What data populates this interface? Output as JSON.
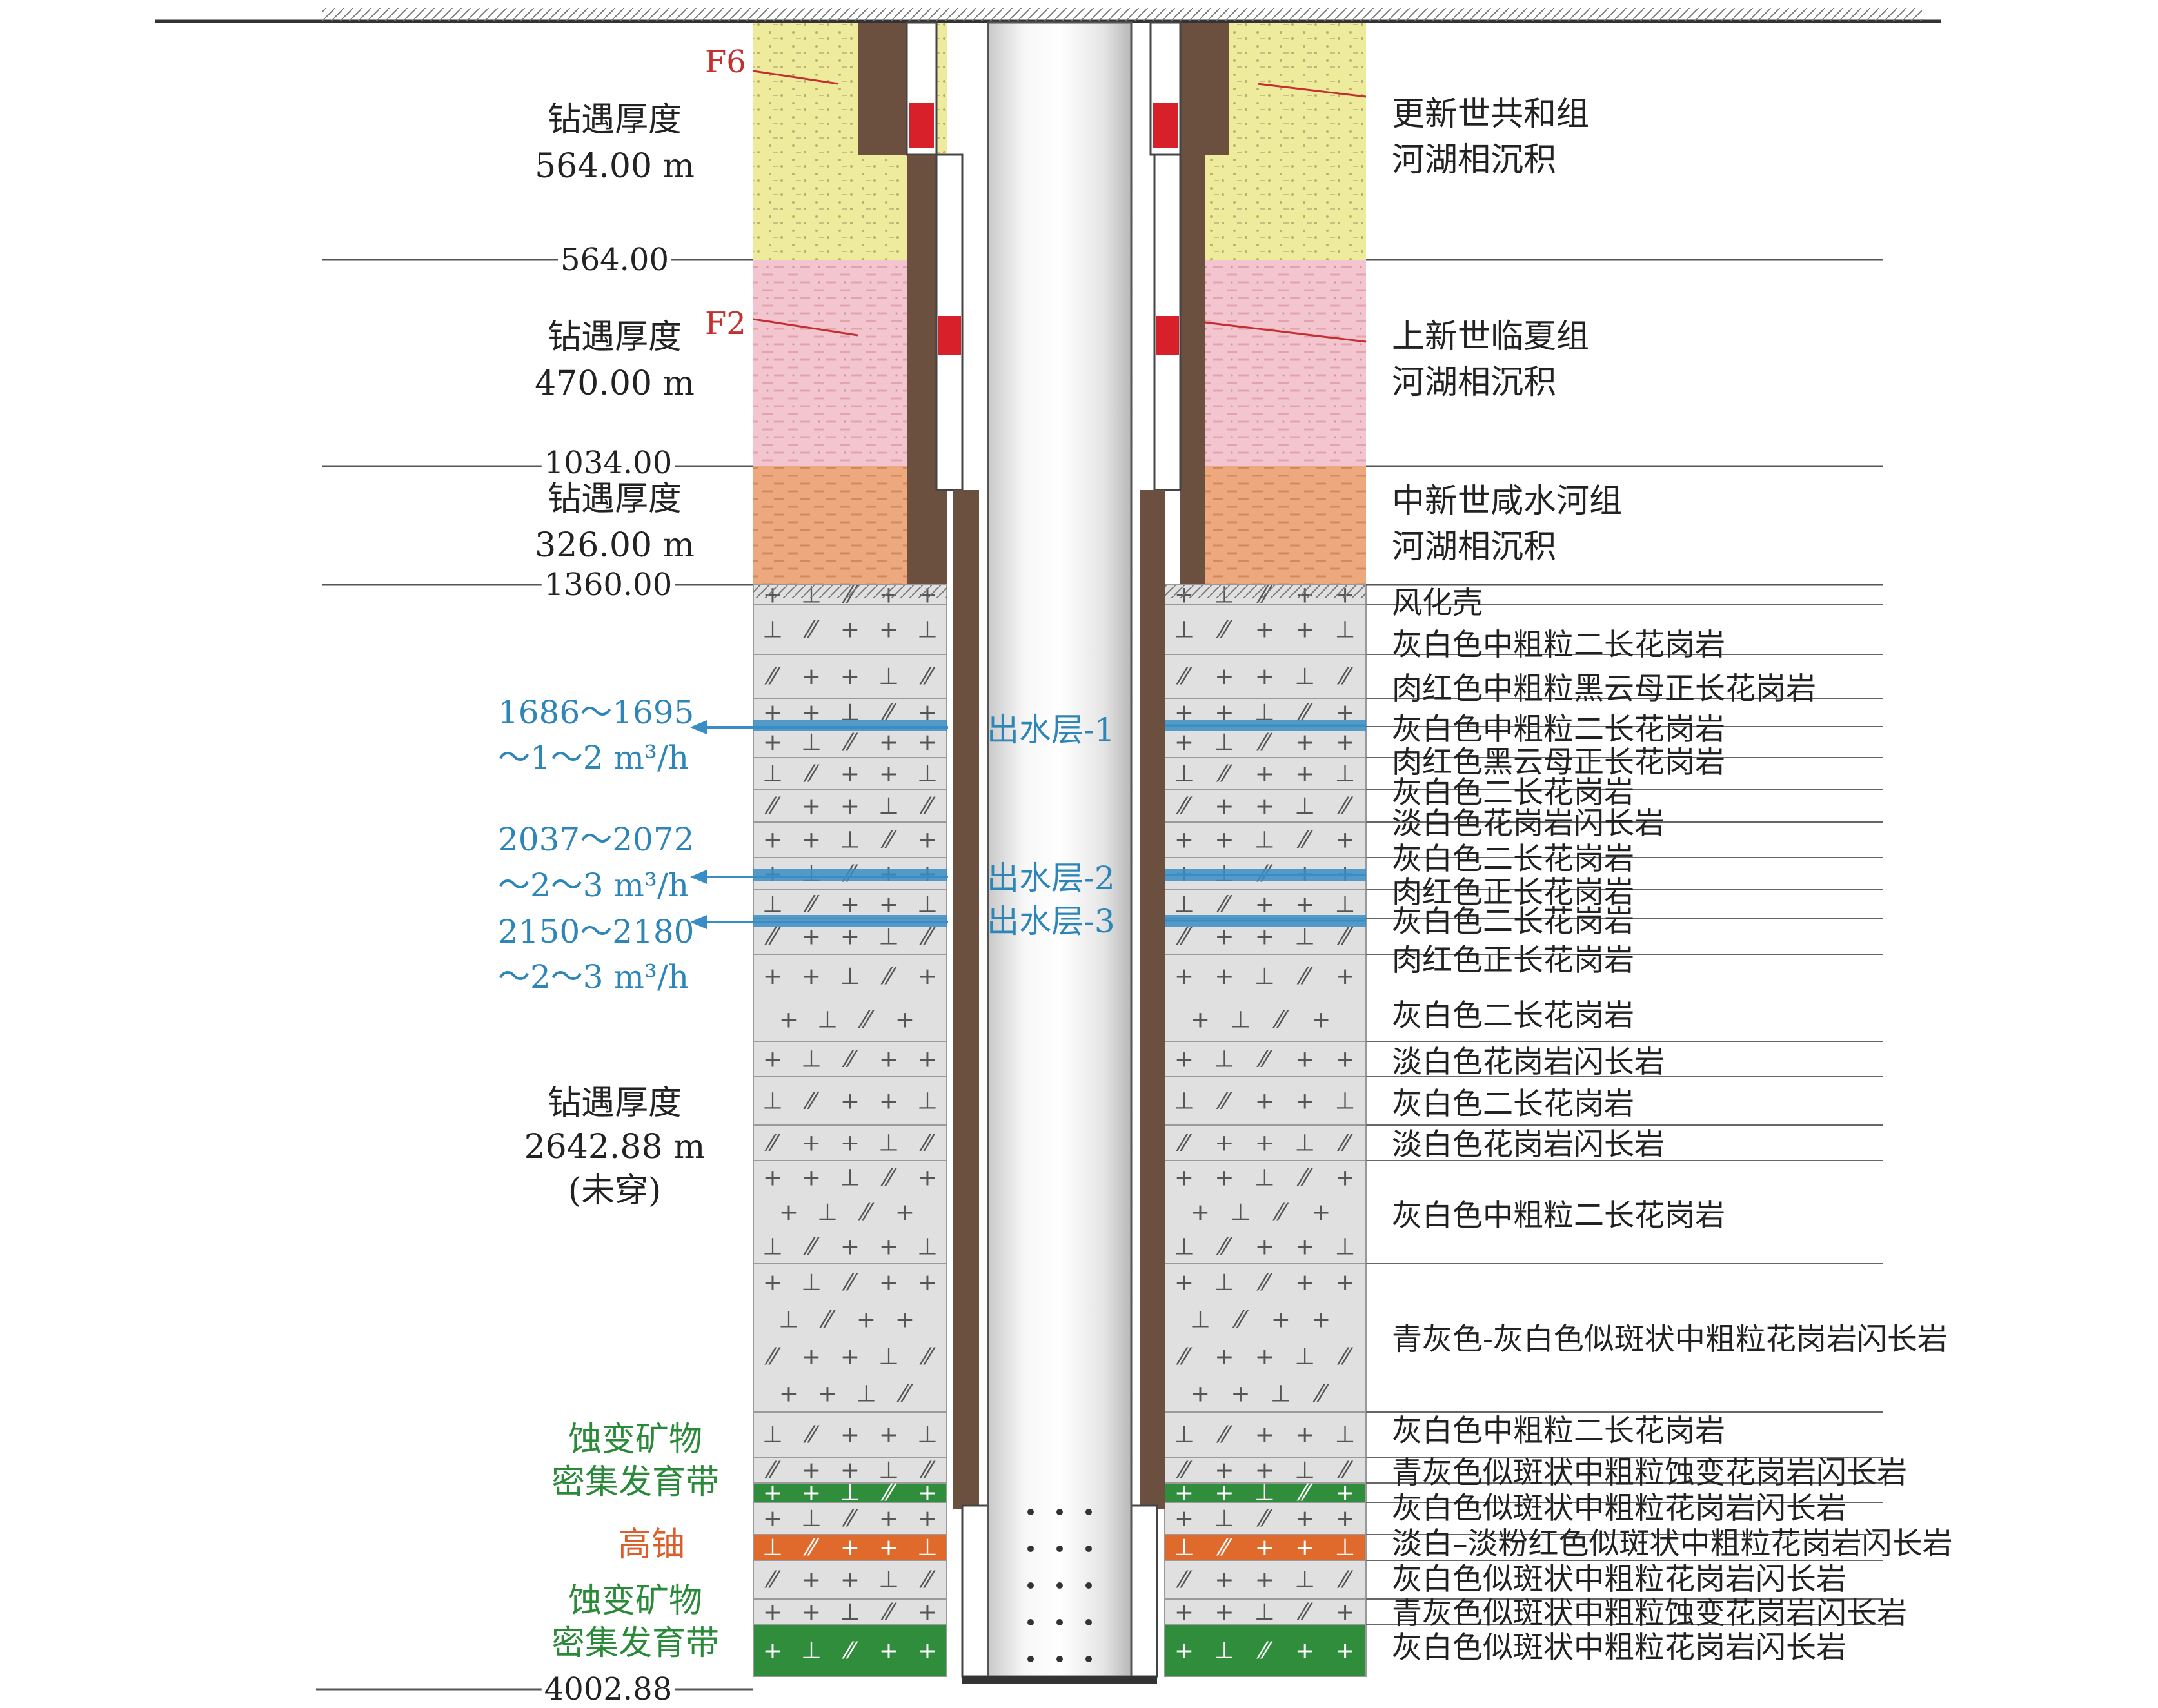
{
  "faults": [
    "F6",
    "F2"
  ],
  "depth_markers": [
    "564.00",
    "1034.00",
    "1360.00",
    "4002.88"
  ],
  "formations": [
    {
      "label_line1": "钻遇厚度",
      "label_line2": "564.00 m",
      "name_line1": "更新世共和组",
      "name_line2": "河湖相沉积"
    },
    {
      "label_line1": "钻遇厚度",
      "label_line2": "470.00 m",
      "name_line1": "上新世临夏组",
      "name_line2": "河湖相沉积"
    },
    {
      "label_line1": "钻遇厚度",
      "label_line2": "326.00 m",
      "name_line1": "中新世咸水河组",
      "name_line2": "河湖相沉积"
    }
  ],
  "granite_thickness": {
    "line1": "钻遇厚度",
    "line2": "2642.88 m",
    "line3": "(未穿)"
  },
  "water_inflows": [
    {
      "depth": "1686～1695",
      "rate": "～1～2 m³/h",
      "layer": "出水层-1"
    },
    {
      "depth": "2037～2072",
      "rate": "～2～3 m³/h",
      "layer": "出水层-2"
    },
    {
      "depth": "2150～2180",
      "rate": "～2～3 m³/h",
      "layer": "出水层-3"
    }
  ],
  "zones": [
    {
      "line1": "蚀变矿物",
      "line2": "密集发育带"
    },
    {
      "line1": "高铀"
    },
    {
      "line1": "蚀变矿物",
      "line2": "密集发育带"
    }
  ],
  "lithology": [
    "风化壳",
    "灰白色中粗粒二长花岗岩",
    "肉红色中粗粒黑云母正长花岗岩",
    "灰白色中粗粒二长花岗岩",
    "肉红色黑云母正长花岗岩",
    "灰白色二长花岗岩",
    "淡白色花岗岩闪长岩",
    "灰白色二长花岗岩",
    "肉红色正长花岗岩",
    "灰白色二长花岗岩",
    "肉红色正长花岗岩",
    "灰白色二长花岗岩",
    "淡白色花岗岩闪长岩",
    "灰白色二长花岗岩",
    "淡白色花岗岩闪长岩",
    "灰白色中粗粒二长花岗岩",
    "青灰色-灰白色似斑状中粗粒花岗岩闪长岩",
    "灰白色中粗粒二长花岗岩",
    "青灰色似斑状中粗粒蚀变花岗岩闪长岩",
    "灰白色似斑状中粗粒花岗岩闪长岩",
    "淡白–淡粉红色似斑状中粗粒花岗岩闪长岩",
    "灰白色似斑状中粗粒花岗岩闪长岩",
    "青灰色似斑状中粗粒蚀变花岗岩闪长岩",
    "灰白色似斑状中粗粒花岗岩闪长岩"
  ],
  "colors": {
    "quaternary": "#eeeb9c",
    "pliocene": "#f3c6cf",
    "miocene": "#eda87e",
    "granite": "#e0e0e0",
    "alteration": "#2f8d3c",
    "high_uranium": "#e06a2c",
    "casing": "#6b5040",
    "water": "#3a8dc4"
  }
}
